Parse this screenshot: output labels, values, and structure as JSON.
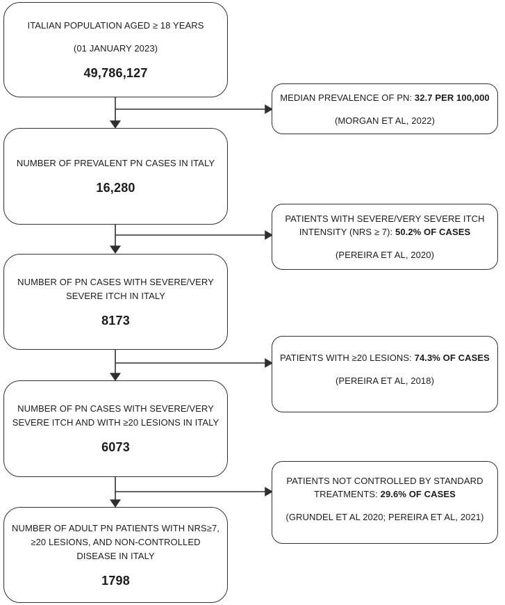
{
  "figure": {
    "colors": {
      "background": "#ffffff",
      "border": "#2f2f2f",
      "text": "#1b1b1b",
      "arrow": "#2f2f2f"
    },
    "main_boxes": [
      {
        "title": "ITALIAN POPULATION AGED ≥ 18 YEARS",
        "subtitle": "(01 JANUARY 2023)",
        "value": "49,786,127"
      },
      {
        "title": "NUMBER OF PREVALENT PN CASES IN ITALY",
        "value": "16,280"
      },
      {
        "title": "NUMBER OF PN CASES WITH SEVERE/VERY SEVERE ITCH IN ITALY",
        "value": "8173"
      },
      {
        "title": "NUMBER OF PN CASES WITH SEVERE/VERY SEVERE ITCH AND WITH ≥20 LESIONS IN ITALY",
        "value": "6073"
      },
      {
        "title": "NUMBER OF ADULT PN PATIENTS WITH NRS≥7, ≥20 LESIONS, AND NON-CONTROLLED DISEASE IN ITALY",
        "value": "1798"
      }
    ],
    "side_boxes": [
      {
        "text": "MEDIAN PREVALENCE OF PN: ",
        "highlight": "32.7 PER 100,000",
        "citation": "(MORGAN ET AL, 2022)"
      },
      {
        "text": "PATIENTS WITH SEVERE/VERY SEVERE ITCH INTENSITY (NRS ≥ 7): ",
        "highlight": "50.2% OF CASES",
        "citation": "(PEREIRA ET AL, 2020)"
      },
      {
        "text": "PATIENTS WITH ≥20 LESIONS: ",
        "highlight": "74.3% OF CASES",
        "citation": "(PEREIRA ET AL, 2018)"
      },
      {
        "text": "PATIENTS NOT CONTROLLED BY STANDARD TREATMENTS: ",
        "highlight": "29.6% OF CASES",
        "citation": "(GRUNDEL ET AL 2020; PEREIRA ET AL, 2021)"
      }
    ]
  }
}
